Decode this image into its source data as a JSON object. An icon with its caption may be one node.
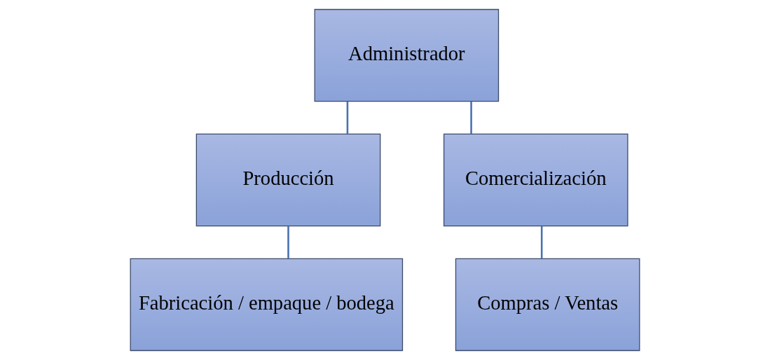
{
  "diagram": {
    "nodes": [
      {
        "text": [
          "Administrador"
        ]
      },
      {
        "text": [
          "Producción"
        ]
      },
      {
        "text": [
          "Comercialización"
        ]
      },
      {
        "text": [
          "Fabricación / empaque / bodega"
        ]
      },
      {
        "text": [
          "Compras / Ventas"
        ]
      }
    ],
    "edges": [
      {
        "from": 0,
        "to": 1,
        "arrow": "none"
      },
      {
        "from": 0,
        "to": 2,
        "arrow": "none"
      },
      {
        "from": 1,
        "to": 3,
        "arrow": "none"
      },
      {
        "from": 2,
        "to": 4,
        "arrow": "none"
      }
    ]
  }
}
